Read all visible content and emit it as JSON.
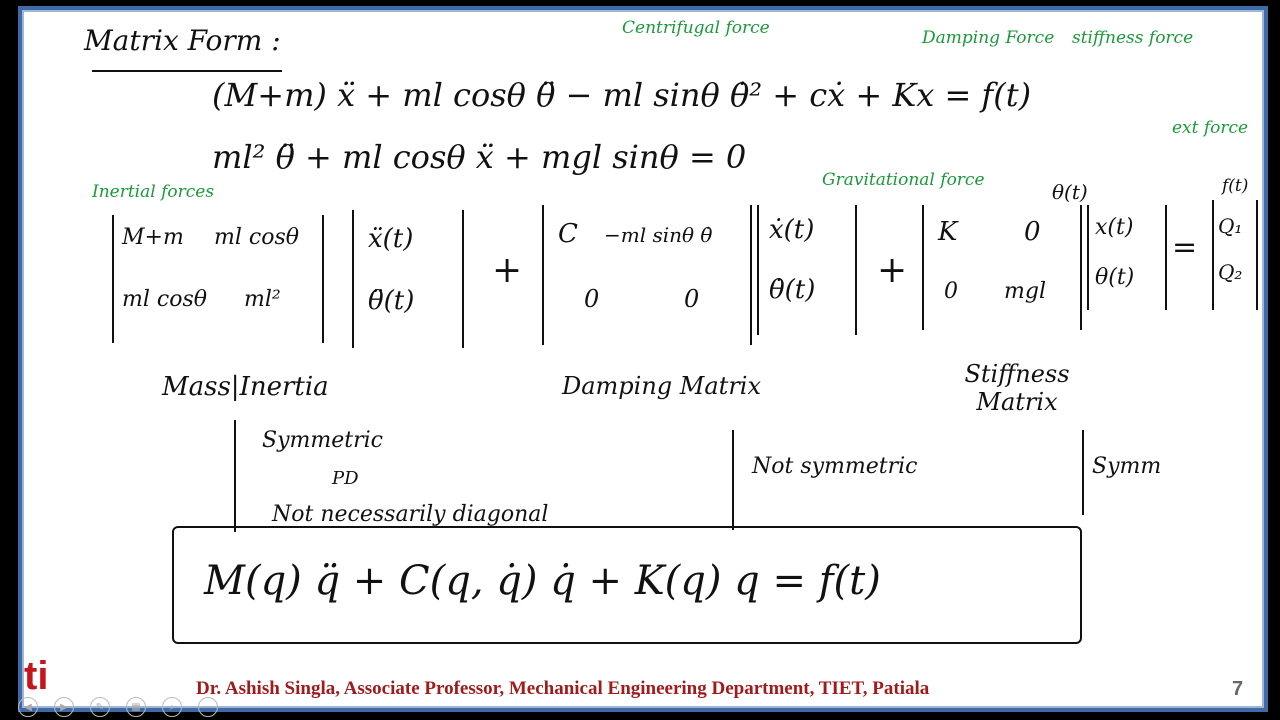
{
  "slide": {
    "heading": "Matrix Form :",
    "eq1": "(M+m) ẍ + ml cosθ θ̈ − ml sinθ θ̇² + cẋ + Kx = f(t)",
    "eq2": "ml² θ̈ + ml cosθ ẍ + mgl sinθ = 0",
    "annotations": {
      "centrifugal": "Centrifugal force",
      "damping": "Damping Force",
      "stiffness": "stiffness force",
      "ext": "ext force",
      "inertial": "Inertial forces",
      "gravitational": "Gravitational force",
      "theta_t": "θ(t)"
    },
    "mass_matrix": [
      "M+m",
      "ml cosθ",
      "ml cosθ",
      "ml²"
    ],
    "accel_vector": [
      "ẍ(t)",
      "θ̈(t)"
    ],
    "damping_matrix": [
      "C",
      "−ml sinθ θ̇",
      "0",
      "0"
    ],
    "vel_vector": [
      "ẋ(t)",
      "θ̇(t)"
    ],
    "stiffness_matrix": [
      "K",
      "0",
      "0",
      "mgl"
    ],
    "disp_vector": [
      "x(t)",
      "θ(t)"
    ],
    "force_vector": [
      "Q₁",
      "Q₂"
    ],
    "force_label": "f(t)",
    "labels": {
      "mass": "Mass|Inertia",
      "damping": "Damping Matrix",
      "stiffness": "Stiffness Matrix"
    },
    "mass_props": [
      "Symmetric",
      "PD",
      "Not necessarily diagonal"
    ],
    "damping_props": [
      "Not symmetric"
    ],
    "stiffness_props": [
      "Symm"
    ],
    "general_eq": "M(q) q̈ + C(q, q̇) q̇ + K(q) q = f(t)"
  },
  "footer": {
    "text": "Dr. Ashish Singla, Associate Professor, Mechanical Engineering Department, TIET, Patiala",
    "page": "7",
    "logo": "ti"
  },
  "controls": [
    "previous-icon",
    "next-icon",
    "pen-icon",
    "slides-icon",
    "zoom-icon",
    "more-icon"
  ],
  "colors": {
    "border": "#3f6aa6",
    "annotation": "#1a9a3a",
    "footer": "#a01c1c"
  }
}
